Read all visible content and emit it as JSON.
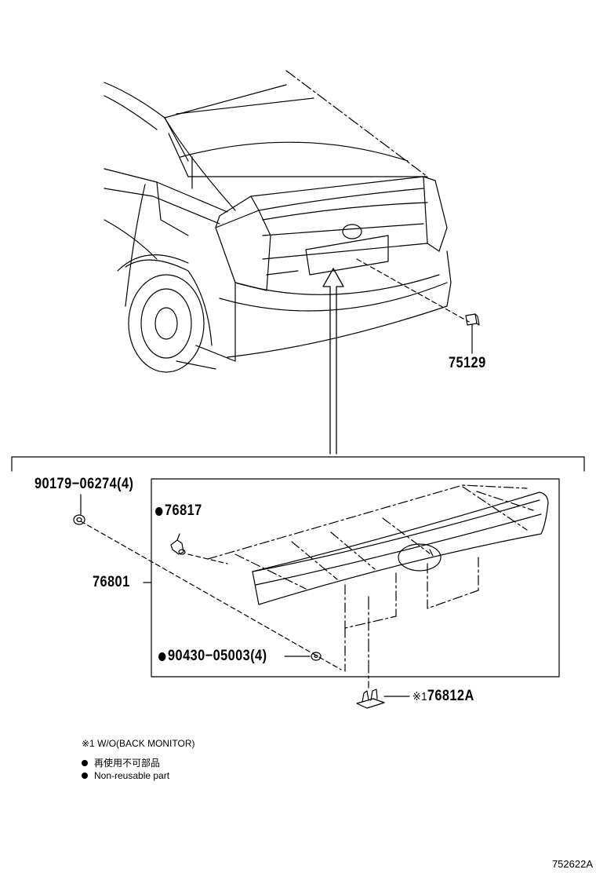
{
  "parts": {
    "p75129": "75129",
    "p90179": "90179−06274(4)",
    "p76817": "76817",
    "p76801": "76801",
    "p90430": "90430−05003(4)",
    "p76812A_mark": "※1",
    "p76812A": "76812A"
  },
  "notes": {
    "note1": "※1 W/O(BACK MONITOR)",
    "jp_nonreusable": "再使用不可部品",
    "en_nonreusable": "Non-reusable part"
  },
  "figure_id": "752622A"
}
